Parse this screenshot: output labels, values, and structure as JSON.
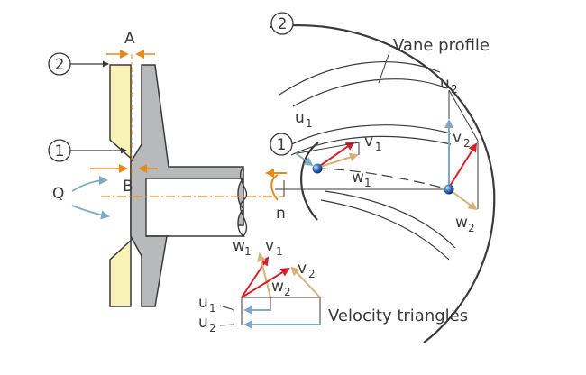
{
  "labels": {
    "station_2": "2",
    "station_1": "1",
    "dim_a": "A",
    "dim_b": "B",
    "flow_q": "Q",
    "speed_n": "n",
    "vane_profile": "Vane profile",
    "velocity_triangles": "Velocity triangles"
  },
  "vectors": {
    "u1": {
      "letter": "u",
      "index": "1"
    },
    "v1": {
      "letter": "v",
      "index": "1"
    },
    "w1": {
      "letter": "w",
      "index": "1"
    },
    "u2": {
      "letter": "u",
      "index": "2"
    },
    "v2": {
      "letter": "v",
      "index": "2"
    },
    "w2": {
      "letter": "w",
      "index": "2"
    }
  },
  "colors": {
    "shroud_fill": "#f9f2b7",
    "hub_fill": "#b8b9bb",
    "outline": "#3a3a3a",
    "absolute_velocity": "#d4212b",
    "relative_velocity": "#d4b27a",
    "peripheral_velocity": "#7fa9c4",
    "rotation_arrow": "#e68a1a",
    "centerline": "#e68a1a",
    "node": "#1e5aa8"
  }
}
